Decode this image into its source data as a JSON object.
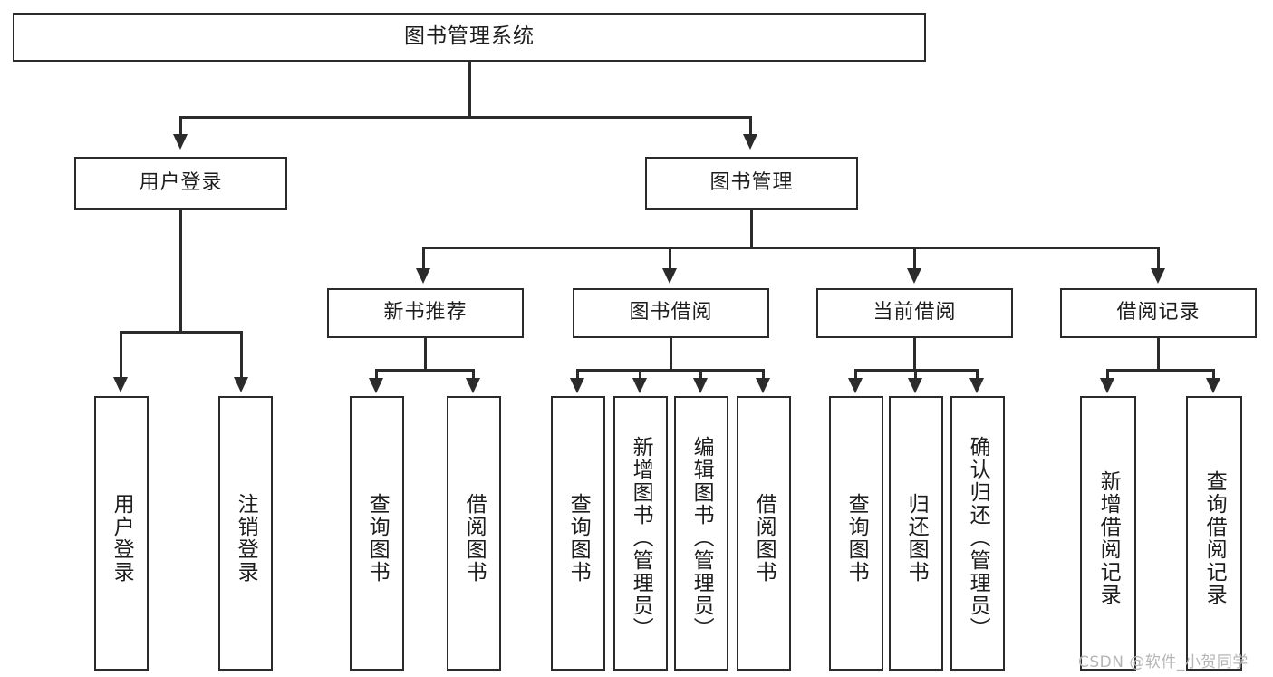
{
  "diagram": {
    "title": "图书管理系统",
    "type": "tree",
    "root": {
      "id": "root",
      "label": "图书管理系统"
    },
    "level1": [
      {
        "id": "user-login",
        "label": "用户登录"
      },
      {
        "id": "book-management",
        "label": "图书管理"
      }
    ],
    "level2": [
      {
        "id": "new-book-recommend",
        "label": "新书推荐",
        "parent": "book-management"
      },
      {
        "id": "book-borrow",
        "label": "图书借阅",
        "parent": "book-management"
      },
      {
        "id": "current-borrow",
        "label": "当前借阅",
        "parent": "book-management"
      },
      {
        "id": "borrow-record",
        "label": "借阅记录",
        "parent": "book-management"
      }
    ],
    "leaves": {
      "user-login": [
        {
          "id": "leaf-user-login",
          "label": "用户登录"
        },
        {
          "id": "leaf-user-logout",
          "label": "注销登录"
        }
      ],
      "new-book-recommend": [
        {
          "id": "leaf-query-book-1",
          "label": "查询图书"
        },
        {
          "id": "leaf-borrow-book-1",
          "label": "借阅图书"
        }
      ],
      "book-borrow": [
        {
          "id": "leaf-query-book-2",
          "label": "查询图书"
        },
        {
          "id": "leaf-add-book",
          "label": "新增图书（管理员）"
        },
        {
          "id": "leaf-edit-book",
          "label": "编辑图书（管理员）"
        },
        {
          "id": "leaf-borrow-book-2",
          "label": "借阅图书"
        }
      ],
      "current-borrow": [
        {
          "id": "leaf-query-book-3",
          "label": "查询图书"
        },
        {
          "id": "leaf-return-book",
          "label": "归还图书"
        },
        {
          "id": "leaf-confirm-return",
          "label": "确认归还（管理员）"
        }
      ],
      "borrow-record": [
        {
          "id": "leaf-add-record",
          "label": "新增借阅记录"
        },
        {
          "id": "leaf-query-record",
          "label": "查询借阅记录"
        }
      ]
    }
  },
  "watermark": {
    "text": "CSDN @软件_小贺同学"
  },
  "colors": {
    "stroke": "#2b2b2b",
    "fill": "#ffffff",
    "text": "#1d1d1d",
    "watermark": "#b6b6b6"
  }
}
